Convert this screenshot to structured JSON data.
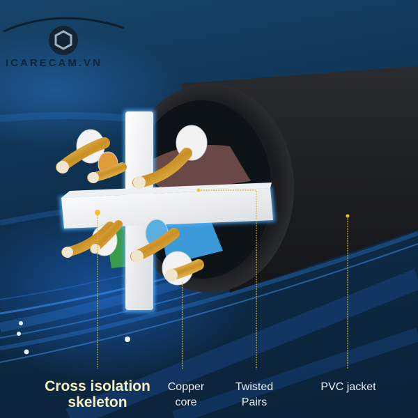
{
  "watermark": {
    "brand_text": "ICARECAM.VN",
    "icon": "camera-aperture-icon"
  },
  "diagram": {
    "subject": "Ethernet cable cross-section",
    "components": [
      "cross-isolation-skeleton",
      "copper-cores",
      "twisted-pairs",
      "pvc-jacket"
    ]
  },
  "labels": {
    "cross_isolation": {
      "line1": "Cross isolation",
      "line2": "skeleton"
    },
    "copper_core": {
      "line1": "Copper",
      "line2": "core"
    },
    "twisted_pairs": {
      "line1": "Twisted",
      "line2": "Pairs"
    },
    "pvc_jacket": {
      "line1": "PVC jacket"
    }
  },
  "colors": {
    "background": "#0d2a44",
    "accent_blue": "#2f86e6",
    "callout_gold": "#e2b324",
    "main_label": "#f6efc0",
    "jacket": "#1c1d20",
    "copper": "#d9a93a"
  }
}
